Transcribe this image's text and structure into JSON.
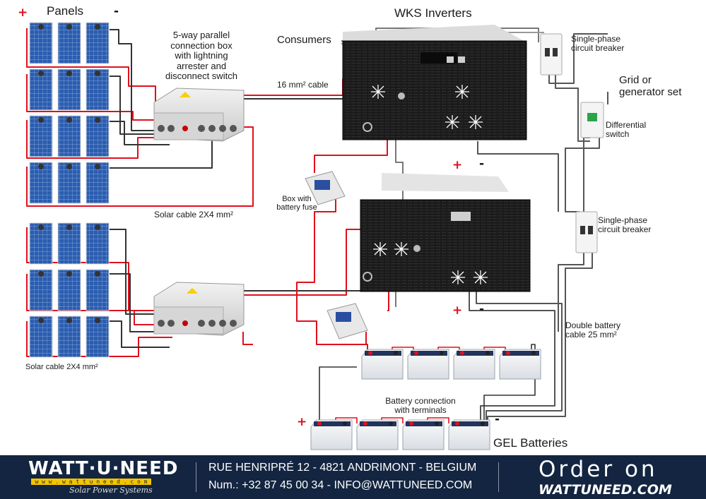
{
  "labels": {
    "panels": "Panels",
    "wks_inverters": "WKS Inverters",
    "consumers": "Consumers",
    "connection_box": [
      "5-way parallel",
      "connection box",
      "with lightning",
      "arrester and",
      "disconnect switch"
    ],
    "cable_16": "16 mm² cable",
    "breaker_top": [
      "Single-phase",
      "circuit breaker"
    ],
    "grid": [
      "Grid or",
      "generator set"
    ],
    "differential": [
      "Differential",
      "switch"
    ],
    "breaker_mid": [
      "Single-phase",
      "circuit breaker"
    ],
    "box_fuse": [
      "Box with",
      "battery fuse"
    ],
    "solar_cable_top": "Solar cable 2X4 mm²",
    "solar_cable_bottom": "Solar cable 2X4 mm²",
    "double_battery": [
      "Double battery",
      "cable 25 mm²"
    ],
    "battery_connection": [
      "Battery connection",
      "with terminals"
    ],
    "gel_batteries": "GEL Batteries"
  },
  "signs": {
    "plus": "+",
    "minus": "-"
  },
  "footer": {
    "brand": "WATT·U·NEED",
    "brand_url": "w w w . w a t t u n e e d . c o m",
    "brand_tagline": "Solar Power Systems",
    "address": "RUE HENRIPRÉ 12 - 4821 ANDRIMONT - BELGIUM",
    "contact": "Num.: +32 87 45 00 34 - INFO@WATTUNEED.COM",
    "order": "Order on",
    "order_url": "WATTUNEED.COM"
  },
  "colors": {
    "positive_wire": "#e0101e",
    "negative_wire": "#333333",
    "panel_blue": "#1f4e9c",
    "footer_bg": "#132540",
    "inverter": "#1b1b1b"
  }
}
